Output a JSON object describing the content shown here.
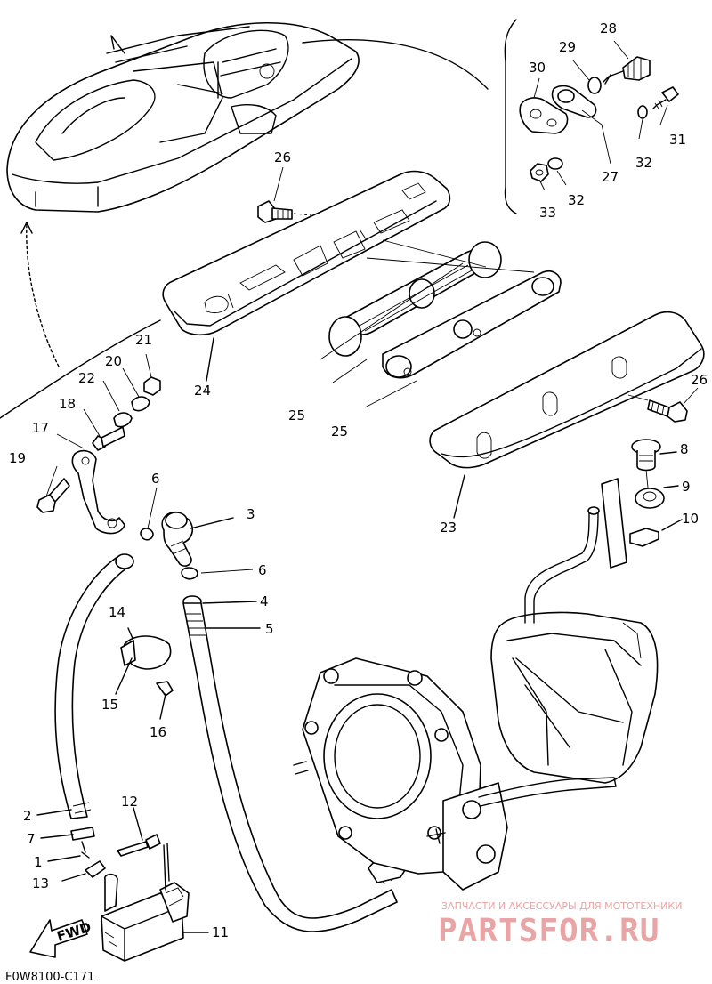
{
  "diagram": {
    "code": "F0W8100-C171",
    "fwd_label": "FWD",
    "callouts": {
      "c1": "1",
      "c2": "2",
      "c3": "3",
      "c4": "4",
      "c5": "5",
      "c6a": "6",
      "c6b": "6",
      "c7": "7",
      "c8": "8",
      "c9": "9",
      "c10": "10",
      "c11": "11",
      "c12": "12",
      "c13": "13",
      "c14": "14",
      "c15": "15",
      "c16": "16",
      "c17": "17",
      "c18": "18",
      "c19": "19",
      "c20": "20",
      "c21": "21",
      "c22": "22",
      "c23": "23",
      "c24": "24",
      "c25a": "25",
      "c25b": "25",
      "c26a": "26",
      "c26b": "26",
      "c27": "27",
      "c28": "28",
      "c29": "29",
      "c30": "30",
      "c31": "31",
      "c32a": "32",
      "c32b": "32",
      "c33": "33"
    }
  },
  "watermark": {
    "tagline": "ЗАПЧАСТИ И АКСЕССУАРЫ ДЛЯ МОТОТЕХНИКИ",
    "brand": "PARTSFOR.RU",
    "color": "#e9a5a5"
  }
}
